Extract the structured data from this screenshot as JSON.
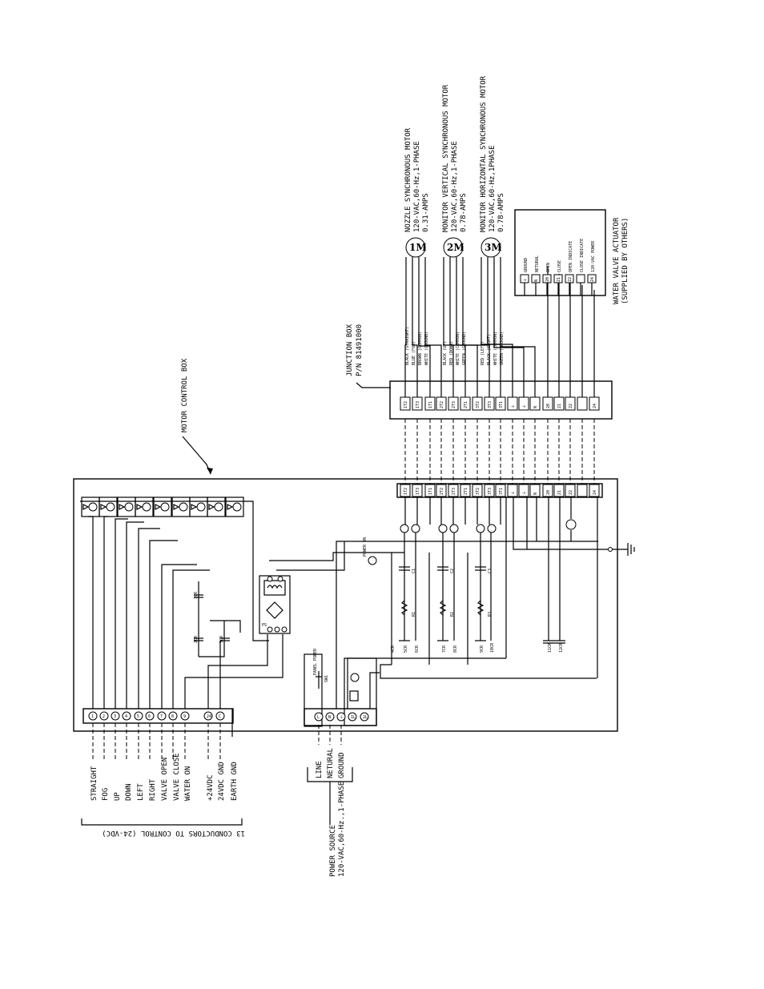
{
  "labels": {
    "motor_control_box": "MOTOR CONTROL BOX",
    "junction_box": "JUNCTION BOX",
    "junction_pn": "P/N 81491000",
    "conductors_bracket": "13 CONDUCTORS TO CONTROL (24-VDC)",
    "power_source_1": "POWER SOURCE",
    "power_source_2": "120-VAC,60-Hz.,1-PHASE",
    "water_valve_1": "WATER VALVE ACTUATOR",
    "water_valve_2": "(SUPPLIED BY OTHERS)",
    "panel_power": "PANEL POWER",
    "power_on": "POWER ON",
    "sw1": "SW1",
    "ps": "PS"
  },
  "control_conductors": [
    {
      "name": "STRAIGHT",
      "term": "1"
    },
    {
      "name": "FOG",
      "term": "2"
    },
    {
      "name": "UP",
      "term": "3"
    },
    {
      "name": "DOWN",
      "term": "4"
    },
    {
      "name": "LEFT",
      "term": "5"
    },
    {
      "name": "RIGHT",
      "term": "6"
    },
    {
      "name": "VALVE OPEN",
      "term": "7"
    },
    {
      "name": "VALVE CLOSE",
      "term": "8"
    },
    {
      "name": "WATER ON",
      "term": "9"
    },
    {
      "name": "+24VDC",
      "term": "24"
    },
    {
      "name": "24VDC GND",
      "term": "C"
    },
    {
      "name": "EARTH GND",
      "term": ""
    }
  ],
  "power_lines": [
    {
      "name": "LINE",
      "term": "L"
    },
    {
      "name": "NETURAL",
      "term": "N"
    },
    {
      "name": "GROUND",
      "term": "⏚"
    }
  ],
  "motors": [
    {
      "id": "1M",
      "line1": "NOZZLE SYNCHRONOUS MOTOR",
      "line2": "120-VAC,60-Hz,1-PHASE",
      "line3": "0.31-AMPS",
      "wires": [
        "BLACK (STRAIGHT)",
        "BLUE (FOG)",
        "BROWN (COMMON)",
        "WHITE (GROUND)"
      ],
      "terms": [
        "1T2",
        "1T3",
        "1T1"
      ]
    },
    {
      "id": "2M",
      "line1": "MONITOR VERTICAL SYNCHRONOUS MOTOR",
      "line2": "120-VAC,60-Hz,1-PHASE",
      "line3": "0.78-AMPS",
      "wires": [
        "BLACK (UP)",
        "RED (DOWN)",
        "WHITE (COMMON)",
        "GREEN (GROUND)"
      ],
      "terms": [
        "2T2",
        "2T3",
        "2T1"
      ]
    },
    {
      "id": "3M",
      "line1": "MONITOR HORIZONTAL SYNCHRONOUS MOTOR",
      "line2": "120-VAC,60-Hz,1PHASE",
      "line3": "0.78-AMPS",
      "wires": [
        "RED (LEFT)",
        "BLACK (RIGHT)",
        "WHITE (COMMON)",
        "GREEN (GROUND)"
      ],
      "terms": [
        "3T2",
        "3T3",
        "3T1"
      ]
    }
  ],
  "valve_terminals": [
    {
      "name": "GROUND",
      "term": "⏚"
    },
    {
      "name": "NETURAL",
      "term": "N"
    },
    {
      "name": "OPEN",
      "term": "20"
    },
    {
      "name": "CLOSE",
      "term": "21"
    },
    {
      "name": "OPEN INDICATE",
      "term": "22"
    },
    {
      "name": "CLOSE INDICATE",
      "term": ""
    },
    {
      "name": "120-VAC POWER",
      "term": "24"
    }
  ],
  "jb_strip": [
    "1T2",
    "1T3",
    "1T1",
    "2T2",
    "2T3",
    "2T1",
    "3T2",
    "3T3",
    "3T1",
    "⏚",
    "⏚",
    "N",
    "20",
    "21",
    "22",
    "",
    "24"
  ],
  "mcb_strip": [
    "1T2",
    "1T3",
    "1T1",
    "2T2",
    "2T3",
    "2T1",
    "3T2",
    "3T3",
    "3T1",
    "⏚",
    "⏚",
    "N",
    "20",
    "21",
    "22",
    "",
    "24"
  ],
  "relay_labels": [
    "1CR",
    "2CR",
    "3CR",
    "4CR",
    "5CR",
    "6CR",
    "7CR",
    "8CR",
    "9CR",
    "10CR",
    "11CR",
    "12CR"
  ],
  "motor_caps": [
    "C1",
    "C2",
    "C3"
  ],
  "motor_resistors": [
    "R1",
    "R2",
    "R3"
  ]
}
